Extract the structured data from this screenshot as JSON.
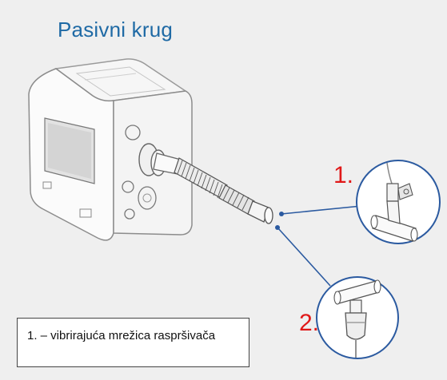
{
  "title": "Pasivni krug",
  "callouts": [
    {
      "number": "1.",
      "description": "nebulizer with mouthpiece adapter"
    },
    {
      "number": "2.",
      "description": "nebulizer cup with T-piece"
    }
  ],
  "caption": "1. – vibrirajuća mrežica raspršivača",
  "colors": {
    "title": "#1f6aa5",
    "callout_number": "#e01818",
    "leader_line": "#2b5aa0",
    "background": "#efefef"
  },
  "icons": [
    "ventilator-device-icon",
    "passive-circuit-tube-icon",
    "nebulizer-1-icon",
    "nebulizer-2-icon"
  ]
}
